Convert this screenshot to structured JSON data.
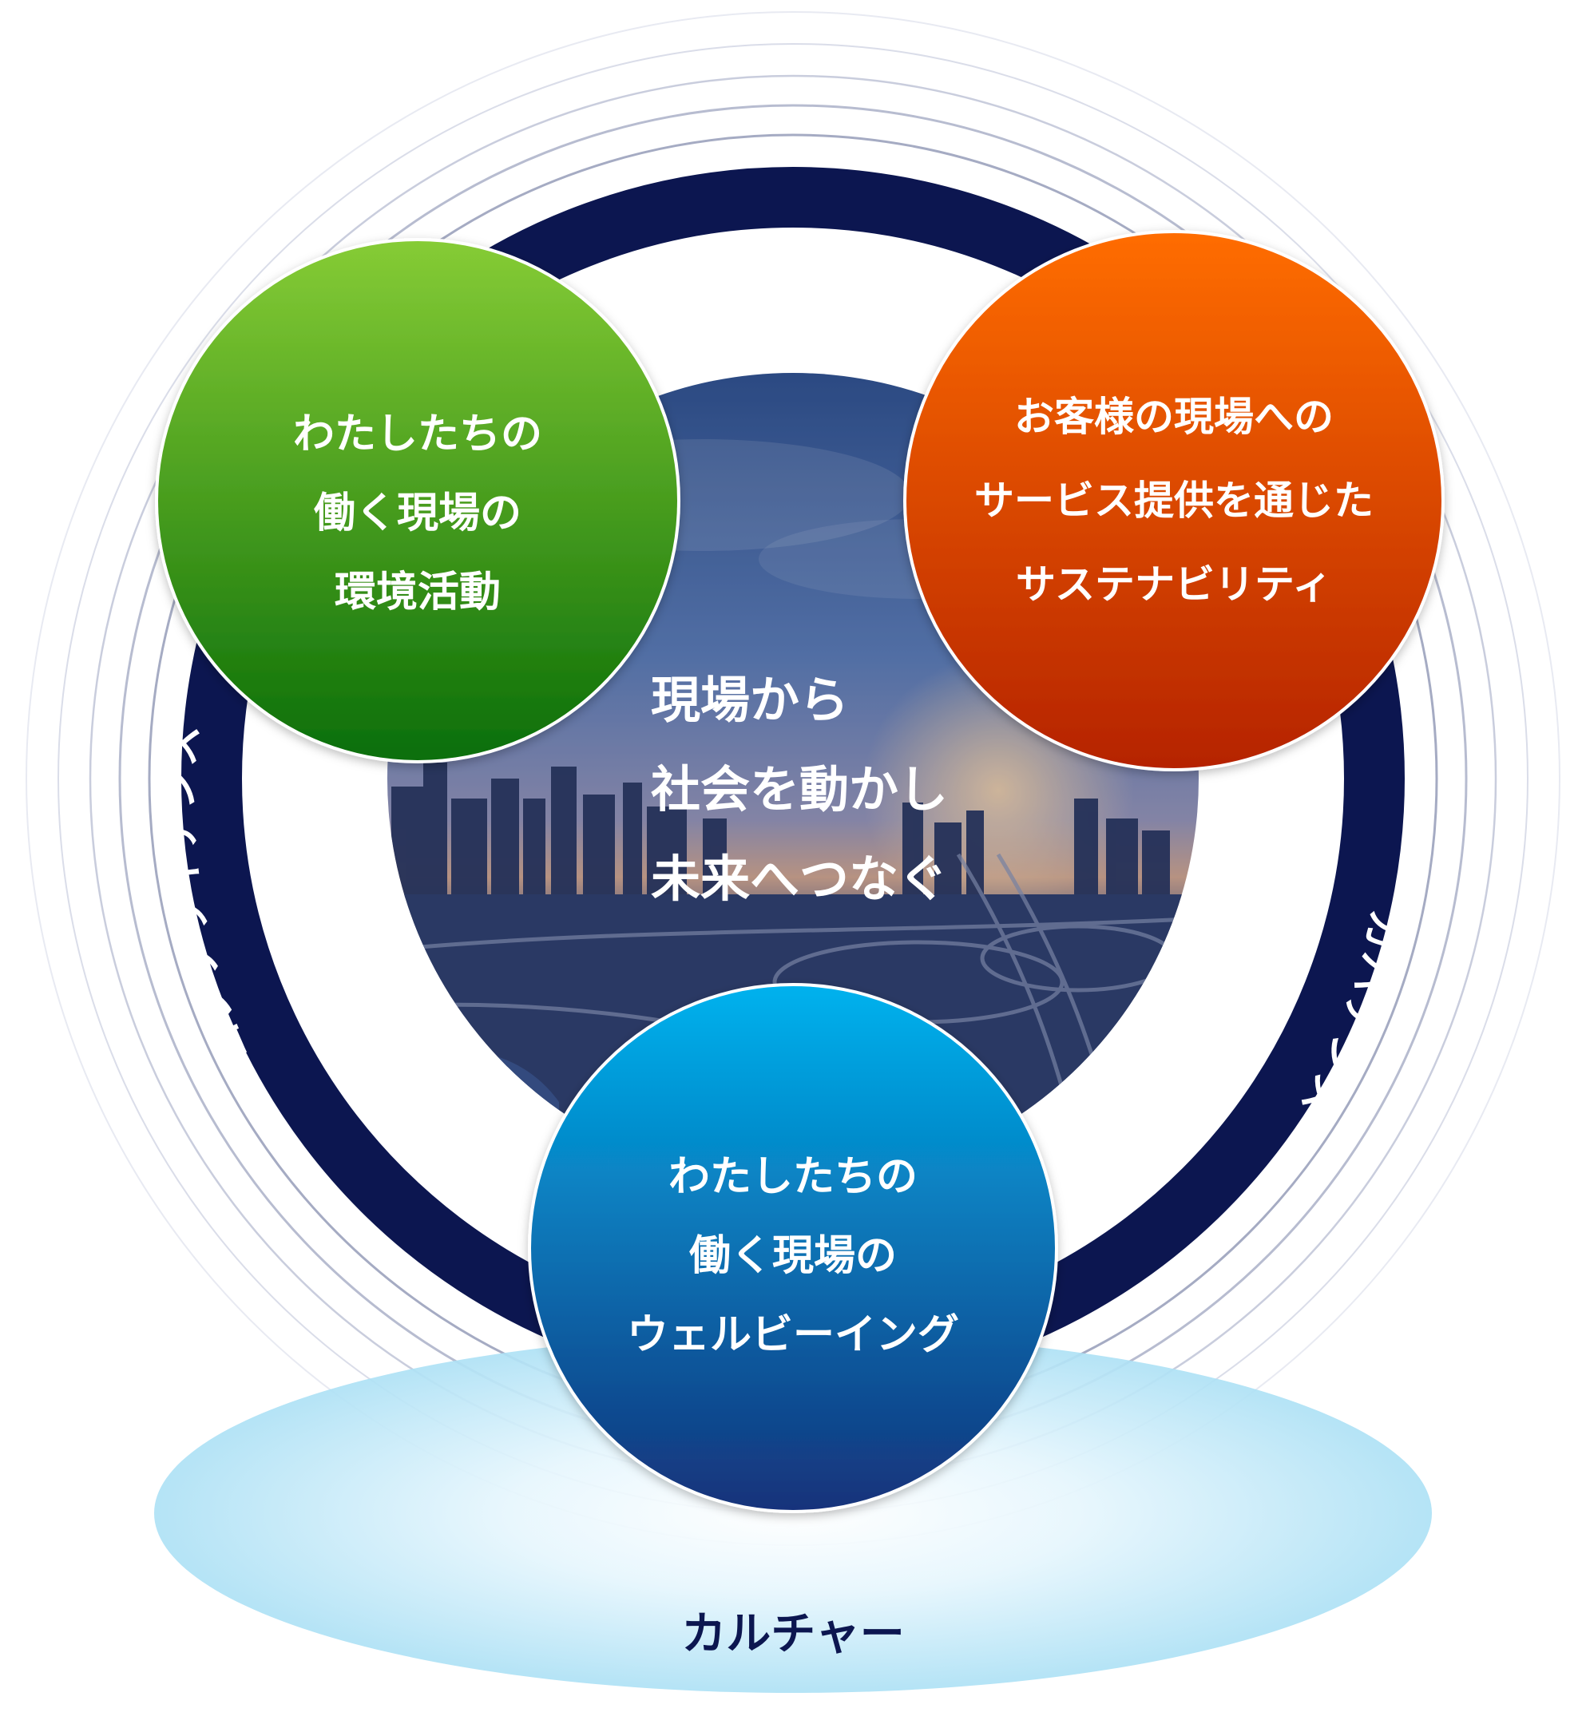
{
  "center": {
    "lines": [
      "現場から",
      "社会を動かし",
      "未来へつなぐ"
    ]
  },
  "circles": {
    "environment": {
      "lines": [
        "わたしたちの",
        "働く現場の",
        "環境活動"
      ],
      "color_top": "#86cc35",
      "color_bottom": "#0a6e08"
    },
    "sustainability": {
      "lines": [
        "お客様の現場への",
        "サービス提供を通じた",
        "サステナビリティ"
      ],
      "color_top": "#ff6d05",
      "color_bottom": "#b52306"
    },
    "wellbeing": {
      "lines": [
        "わたしたちの",
        "働く現場の",
        "ウェルビーイング"
      ],
      "color_top": "#00b2ee",
      "color_bottom": "#14327a"
    }
  },
  "ring": {
    "left_label": "コンプライアンス",
    "right_label": "ガバナンス",
    "color": "#0c1650"
  },
  "base": {
    "label": "カルチャー",
    "color": "#b9e7f8"
  }
}
